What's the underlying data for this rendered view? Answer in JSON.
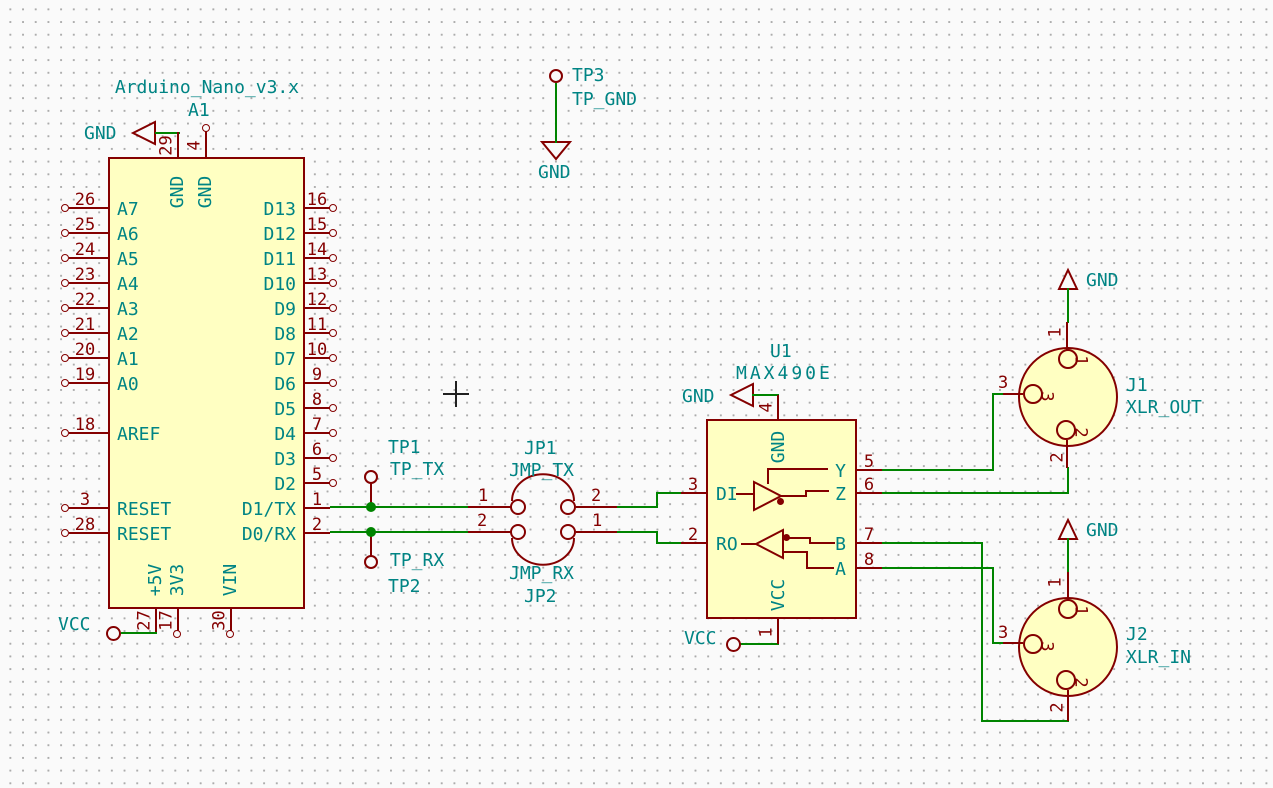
{
  "app": {
    "view": "schematic-canvas"
  },
  "colors": {
    "outline": "#840000",
    "wire": "#008400",
    "label": "#008484",
    "component_fill": "#FFFFC2",
    "background": "#FAFAFA",
    "cursor": "#202020"
  },
  "arduino": {
    "reference": "A1",
    "value": "Arduino_Nano_v3.x",
    "gnd_flag": "GND",
    "vcc_flag": "VCC",
    "left_pins": [
      {
        "num": "26",
        "name": "A7"
      },
      {
        "num": "25",
        "name": "A6"
      },
      {
        "num": "24",
        "name": "A5"
      },
      {
        "num": "23",
        "name": "A4"
      },
      {
        "num": "22",
        "name": "A3"
      },
      {
        "num": "21",
        "name": "A2"
      },
      {
        "num": "20",
        "name": "A1"
      },
      {
        "num": "19",
        "name": "A0"
      },
      {
        "num": "18",
        "name": "AREF"
      },
      {
        "num": "3",
        "name": "RESET"
      },
      {
        "num": "28",
        "name": "RESET"
      }
    ],
    "right_pins": [
      {
        "num": "16",
        "name": "D13"
      },
      {
        "num": "15",
        "name": "D12"
      },
      {
        "num": "14",
        "name": "D11"
      },
      {
        "num": "13",
        "name": "D10"
      },
      {
        "num": "12",
        "name": "D9"
      },
      {
        "num": "11",
        "name": "D8"
      },
      {
        "num": "10",
        "name": "D7"
      },
      {
        "num": "9",
        "name": "D6"
      },
      {
        "num": "8",
        "name": "D5"
      },
      {
        "num": "7",
        "name": "D4"
      },
      {
        "num": "6",
        "name": "D3"
      },
      {
        "num": "5",
        "name": "D2"
      },
      {
        "num": "1",
        "name": "D1/TX"
      },
      {
        "num": "2",
        "name": "D0/RX"
      }
    ],
    "top_pins": [
      {
        "num": "29",
        "name": "GND"
      },
      {
        "num": "4",
        "name": "GND"
      }
    ],
    "bottom_pins": [
      {
        "num": "27",
        "name": "+5V"
      },
      {
        "num": "17",
        "name": "3V3"
      },
      {
        "num": "30",
        "name": "VIN"
      }
    ]
  },
  "testpoints": {
    "tp3": {
      "reference": "TP3",
      "value": "TP_GND",
      "net": "GND"
    },
    "tp1": {
      "reference": "TP1",
      "value": "TP_TX"
    },
    "tp2": {
      "reference": "TP2",
      "value": "TP_RX"
    }
  },
  "jumpers": {
    "jp1": {
      "reference": "JP1",
      "value": "JMP_TX",
      "left_num": "1",
      "right_num": "2"
    },
    "jp2": {
      "reference": "JP2",
      "value": "JMP_RX",
      "left_num": "2",
      "right_num": "1"
    }
  },
  "u1": {
    "reference": "U1",
    "value": "MAX490E",
    "gnd_flag": "GND",
    "vcc_flag": "VCC",
    "left_pins": [
      {
        "num": "3",
        "name": "DI"
      },
      {
        "num": "2",
        "name": "RO"
      }
    ],
    "right_pins": [
      {
        "num": "5",
        "name": "Y"
      },
      {
        "num": "6",
        "name": "Z"
      },
      {
        "num": "7",
        "name": "B"
      },
      {
        "num": "8",
        "name": "A"
      }
    ],
    "top_pin": {
      "num": "4",
      "name": "GND"
    },
    "bottom_pin": {
      "num": "1",
      "name": "VCC"
    }
  },
  "j1": {
    "reference": "J1",
    "value": "XLR_OUT",
    "gnd_flag": "GND",
    "pin_numbers": [
      "1",
      "3",
      "2"
    ],
    "pad_names": [
      "1",
      "3",
      "2"
    ]
  },
  "j2": {
    "reference": "J2",
    "value": "XLR_IN",
    "gnd_flag": "GND",
    "pin_numbers": [
      "1",
      "3",
      "2"
    ],
    "pad_names": [
      "1",
      "3",
      "2"
    ]
  }
}
